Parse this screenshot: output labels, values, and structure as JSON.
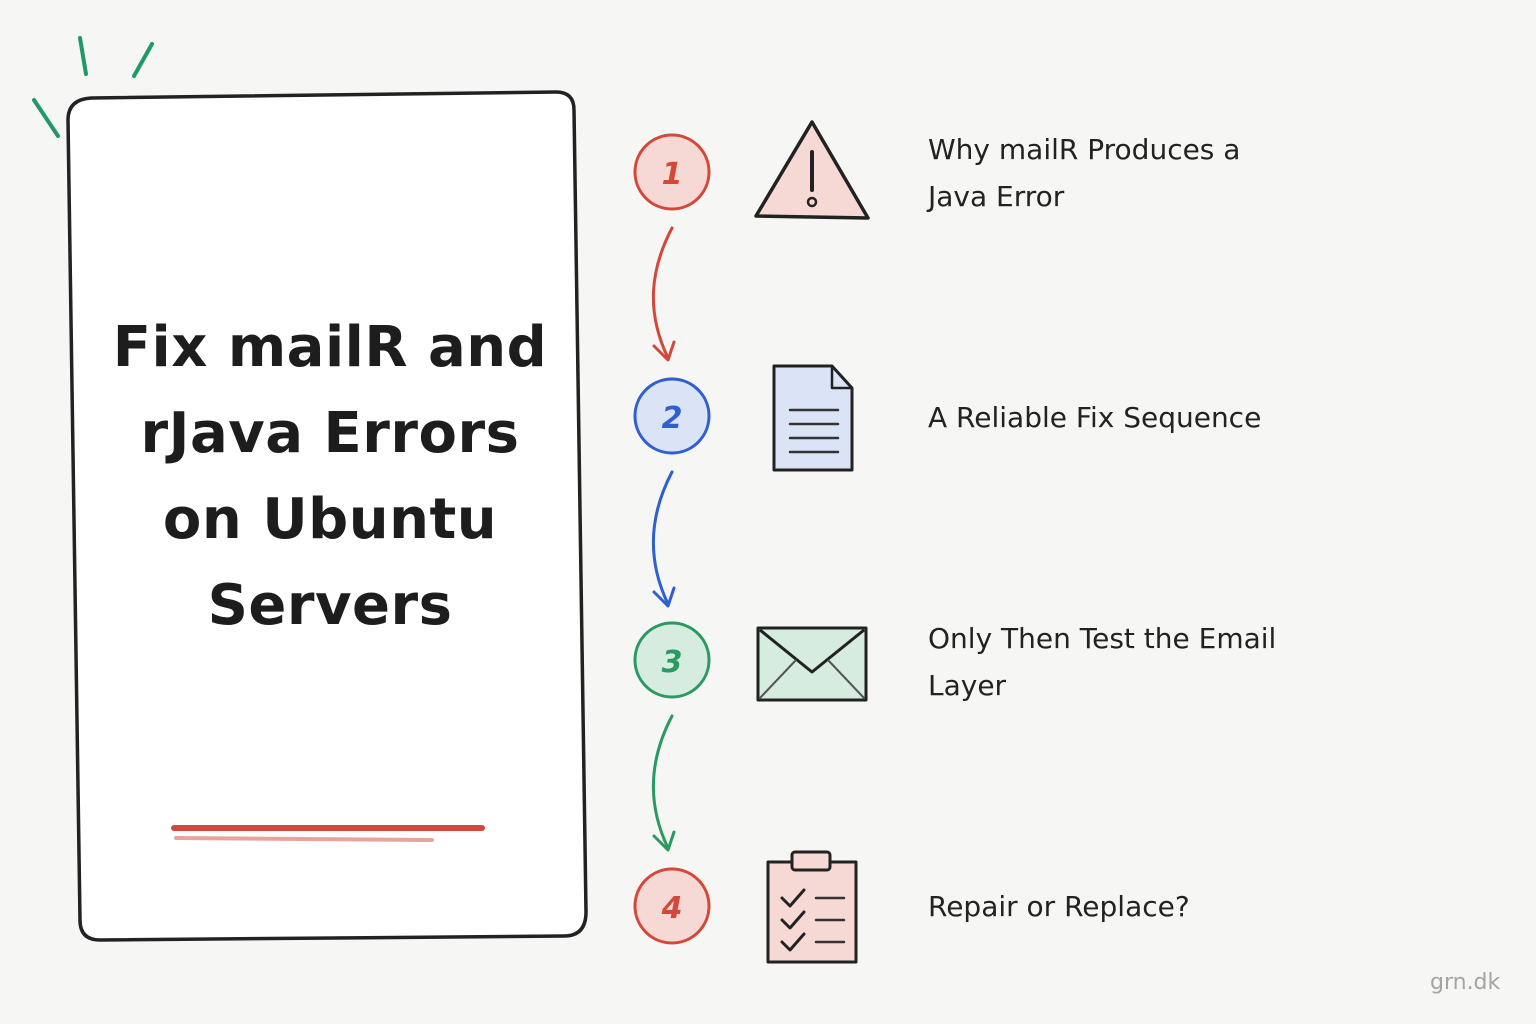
{
  "title_lines": [
    "Fix mailR and",
    "rJava Errors",
    "on Ubuntu",
    "Servers"
  ],
  "steps": [
    {
      "number": "1",
      "label_lines": [
        "Why mailR Produces a",
        "Java Error"
      ],
      "icon": "warning-triangle-icon",
      "color": "#d4483a",
      "fill": "#f6d9d4"
    },
    {
      "number": "2",
      "label_lines": [
        "A Reliable Fix Sequence"
      ],
      "icon": "document-icon",
      "color": "#2f5fd0",
      "fill": "#dbe4f7"
    },
    {
      "number": "3",
      "label_lines": [
        "Only Then Test the Email",
        "Layer"
      ],
      "icon": "envelope-icon",
      "color": "#2a9a62",
      "fill": "#d6ecdf"
    },
    {
      "number": "4",
      "label_lines": [
        "Repair or Replace?"
      ],
      "icon": "clipboard-checklist-icon",
      "color": "#d4483a",
      "fill": "#f6d9d4"
    }
  ],
  "colors": {
    "accent_underline": "#d4483a",
    "sparkle": "#1f9a66",
    "ink": "#1f1f1f"
  },
  "watermark": "grn.dk"
}
